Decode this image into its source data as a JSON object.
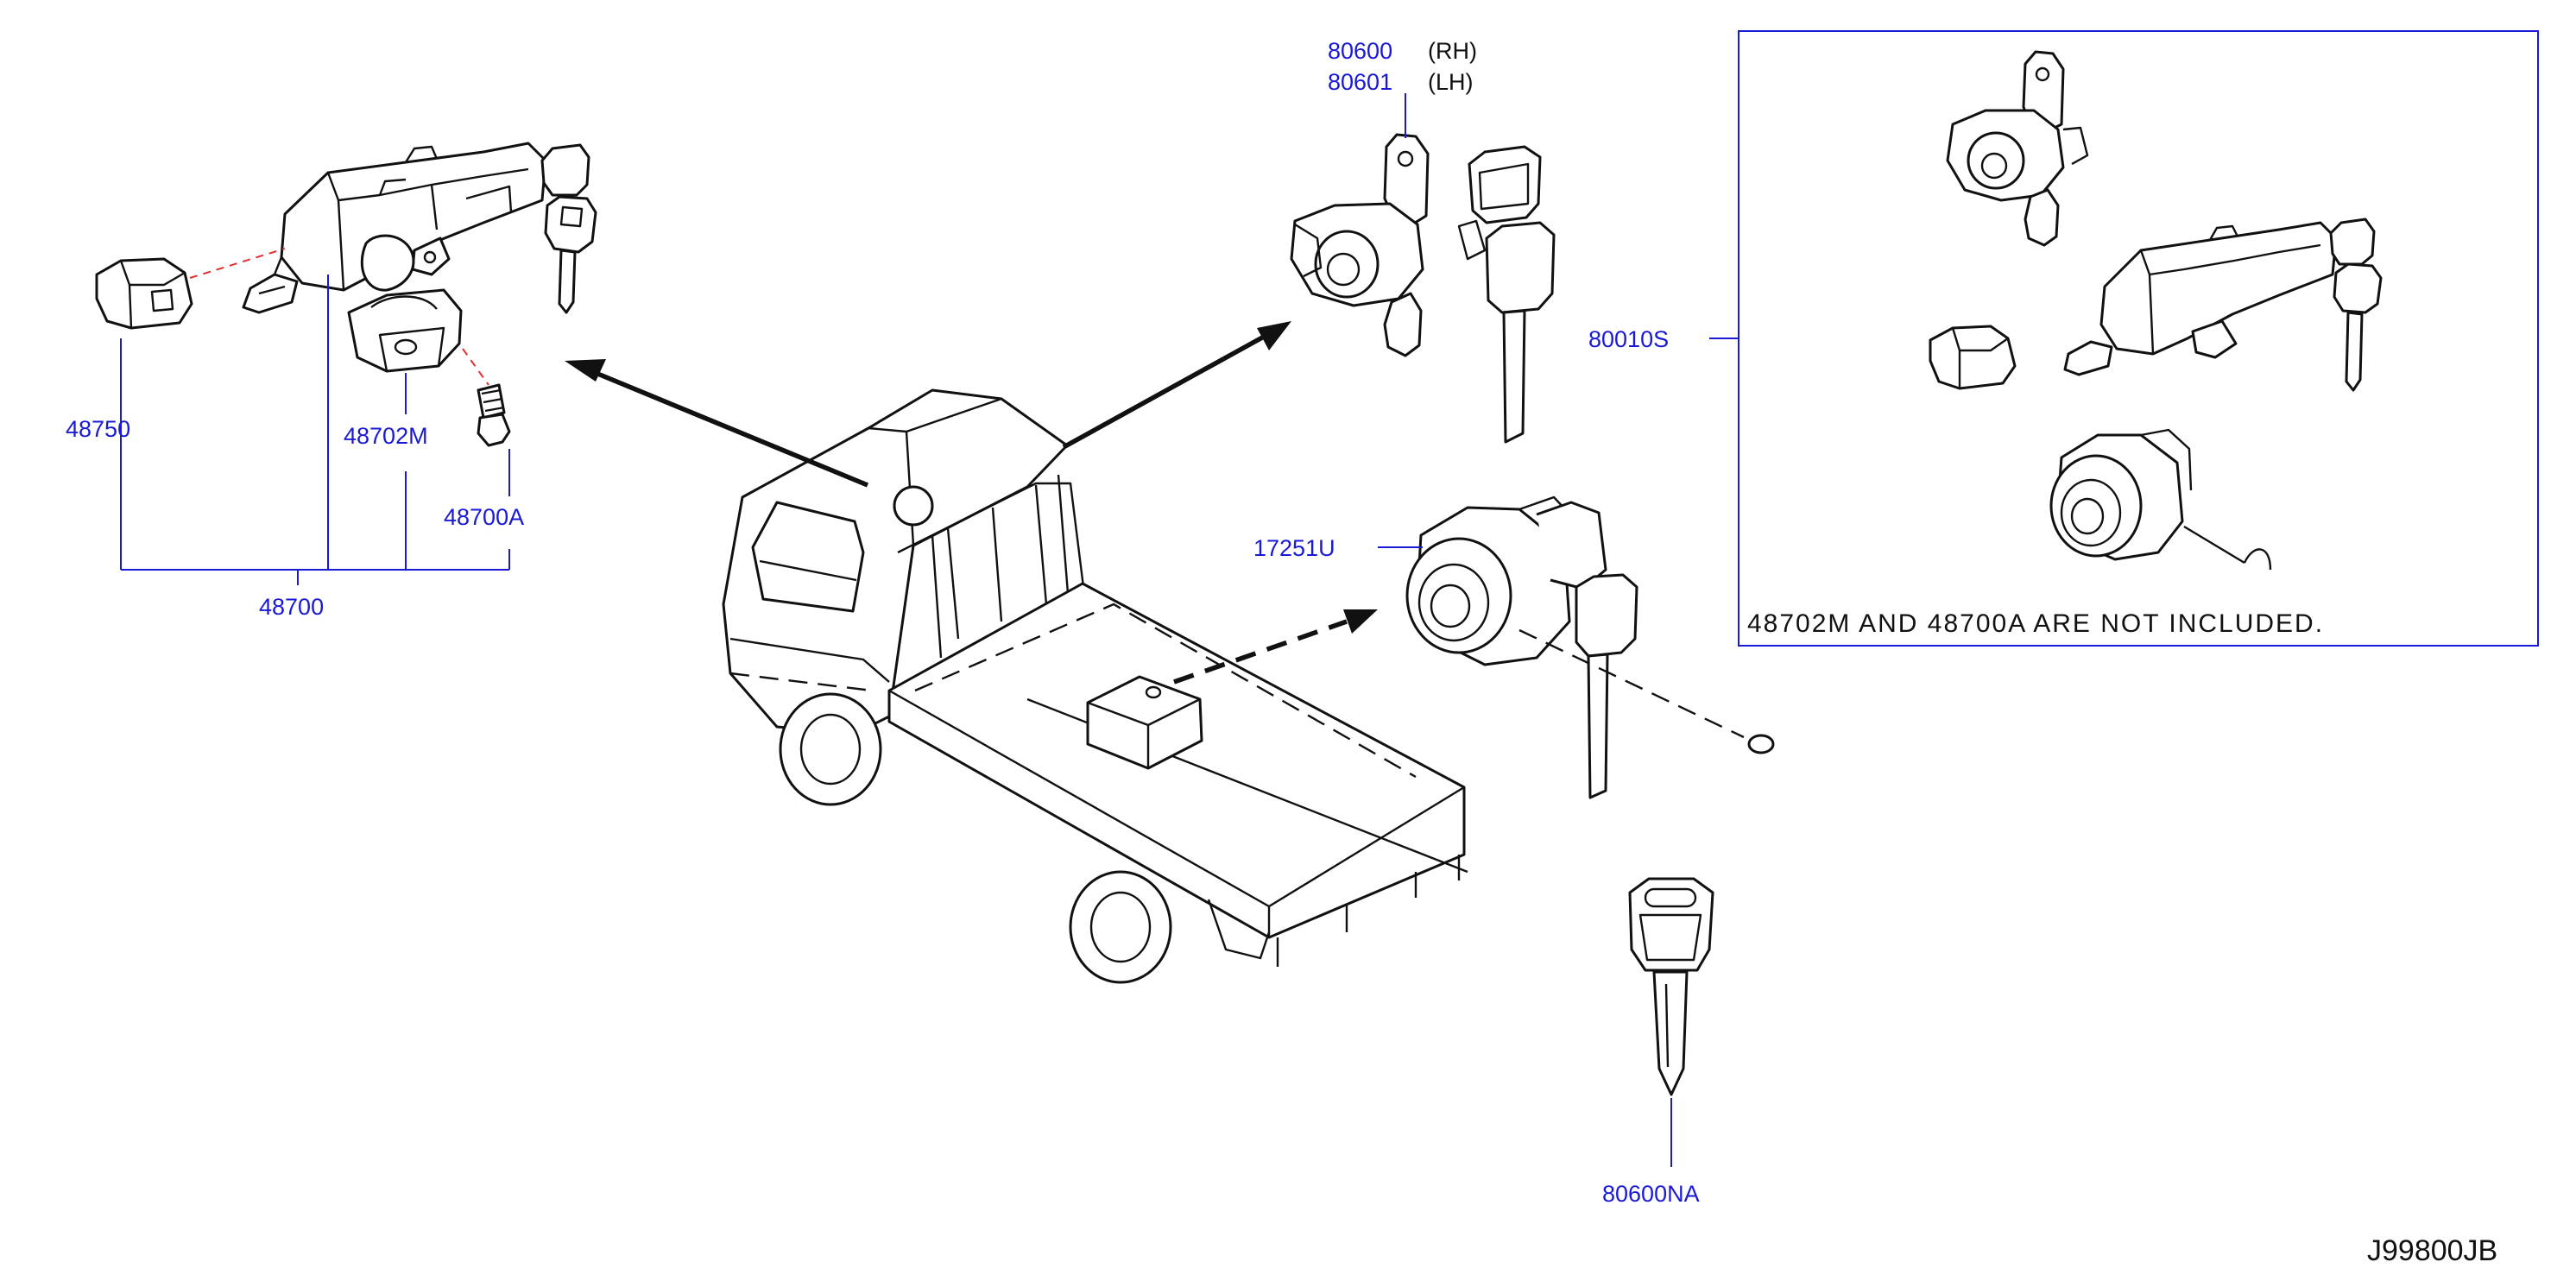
{
  "callouts": {
    "p48750": "48750",
    "p48702M": "48702M",
    "p48700A": "48700A",
    "p48700": "48700",
    "p80600": "80600",
    "p80600_side": "(RH)",
    "p80601": "80601",
    "p80601_side": "(LH)",
    "p80010S": "80010S",
    "p17251U": "17251U",
    "p80600NA": "80600NA"
  },
  "kit_note": "48702M  AND  48700A  ARE  NOT  INCLUDED.",
  "diagram_code": "J99800JB",
  "colors": {
    "callout_blue": "#1a1ad6",
    "line_black": "#111111",
    "hidden_line_red": "#e23030"
  }
}
